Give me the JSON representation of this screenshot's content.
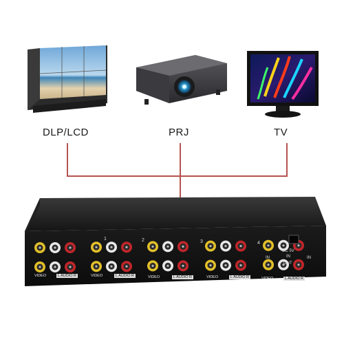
{
  "labels": {
    "dlp": "DLP/LCD",
    "prj": "PRJ",
    "tv": "TV"
  },
  "switch_panel": {
    "port_numbers": [
      "1",
      "2",
      "3",
      "4"
    ],
    "group_label_video": "VIDEO",
    "group_label_audio": "L  AUDIO  R",
    "in_label": "IN",
    "out_label": "OUT",
    "power_label_line1": "DC 5V",
    "power_label_line2": "IN"
  },
  "colors": {
    "connector_line": "#b5524f",
    "jack_yellow": "#e2c02a",
    "jack_white": "#e8e8e8",
    "jack_red": "#c2262a",
    "chassis": "#151515"
  }
}
